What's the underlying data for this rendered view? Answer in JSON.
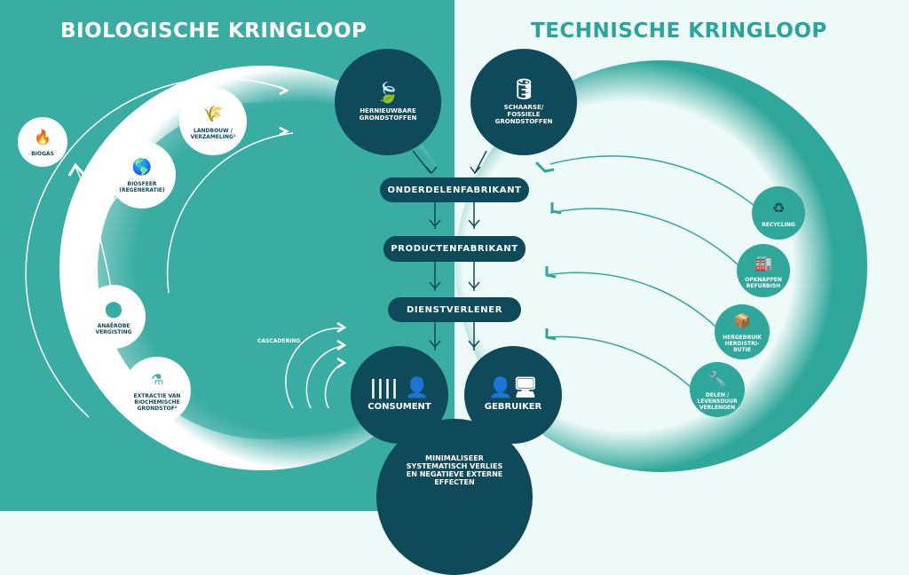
{
  "titles": {
    "biological": "BIOLOGISCHE KRINGLOOP",
    "technical": "TECHNISCHE KRINGLOOP"
  },
  "colors": {
    "left_bg": "#3aada3",
    "right_bg": "#eefaf7",
    "dark": "#0e4a59",
    "teal": "#2fa79b"
  },
  "sources": {
    "renewable": {
      "label": "HERNIEUWBARE\nGRONDSTOFFEN",
      "icon": "leaf-icon"
    },
    "finite": {
      "label": "SCHAARSE/\nFOSSIELE\nGRONDSTOFFEN",
      "icon": "oil-pump-icon"
    }
  },
  "chain": [
    "ONDERDELENFABRIKANT",
    "PRODUCTENFABRIKANT",
    "DIENSTVERLENER"
  ],
  "consumer": {
    "label": "CONSUMENT",
    "icon": "barcode-person-icon"
  },
  "user": {
    "label": "GEBRUIKER",
    "icon": "person-computer-icon"
  },
  "bottom": "MINIMALISEER\nSYSTEMATISCH VERLIES\nEN NEGATIEVE EXTERNE\nEFFECTEN",
  "biological": {
    "cascading": "CASCADERING",
    "nodes": [
      {
        "label": "BIOGAS",
        "icon": "flame-icon"
      },
      {
        "label": "LANDBOUW /\nVERZAMELING¹",
        "icon": "wheat-fish-icon"
      },
      {
        "label": "BIOSFEER\n(REGENERATIE)",
        "icon": "globe-icon"
      },
      {
        "label": "ANAËROBE\nVERGISTING",
        "icon": "bacteria-icon"
      },
      {
        "label": "EXTRACTIE VAN\nBIOCHEMISCHE\nGRONDSTOF²",
        "icon": "flask-icon"
      }
    ]
  },
  "technical": {
    "nodes": [
      {
        "label": "RECYCLING",
        "icon": "recycle-icon"
      },
      {
        "label": "OPKNAPPEN\nREFURBISH",
        "icon": "factory-icon"
      },
      {
        "label": "HERGEBRUIK\nHERDISTRI-\nBUTIE",
        "icon": "box-icon"
      },
      {
        "label": "DELEN /\nLEVENSDUUR\nVERLENGEN",
        "icon": "wrench-icon"
      }
    ]
  }
}
